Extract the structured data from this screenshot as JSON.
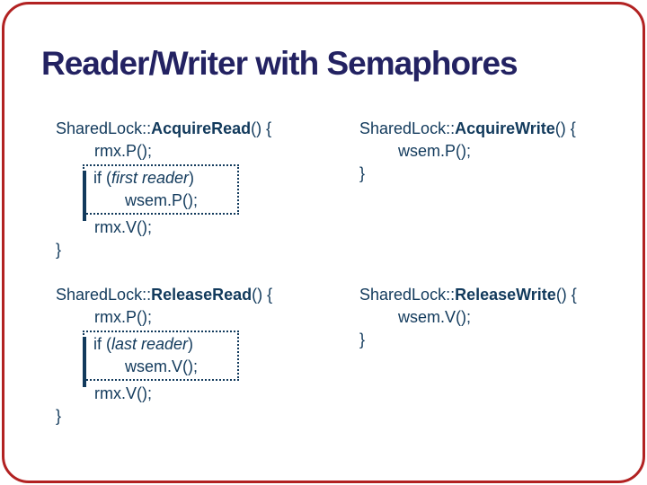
{
  "slide": {
    "title": "Reader/Writer with Semaphores"
  },
  "colors": {
    "title": "#232262",
    "code": "#123a5c",
    "border": "#b22222"
  },
  "blocks": {
    "acquire_read": {
      "sig_class": "SharedLock::",
      "sig_method": "AcquireRead",
      "sig_tail": "() {",
      "line_pre": "rmx.P();",
      "box": {
        "if_pre": "if (",
        "cond": "first reader",
        "if_post": ")",
        "body": "wsem.P();"
      },
      "line_post": "rmx.V();",
      "close": "}"
    },
    "acquire_write": {
      "sig_class": "SharedLock::",
      "sig_method": "AcquireWrite",
      "sig_tail": "() {",
      "body": "wsem.P();",
      "close": "}"
    },
    "release_read": {
      "sig_class": "SharedLock::",
      "sig_method": "ReleaseRead",
      "sig_tail": "() {",
      "line_pre": "rmx.P();",
      "box": {
        "if_pre": "if (",
        "cond": "last reader",
        "if_post": ")",
        "body": "wsem.V();"
      },
      "line_post": "rmx.V();",
      "close": "}"
    },
    "release_write": {
      "sig_class": "SharedLock::",
      "sig_method": "ReleaseWrite",
      "sig_tail": "() {",
      "body": "wsem.V();",
      "close": "}"
    }
  }
}
